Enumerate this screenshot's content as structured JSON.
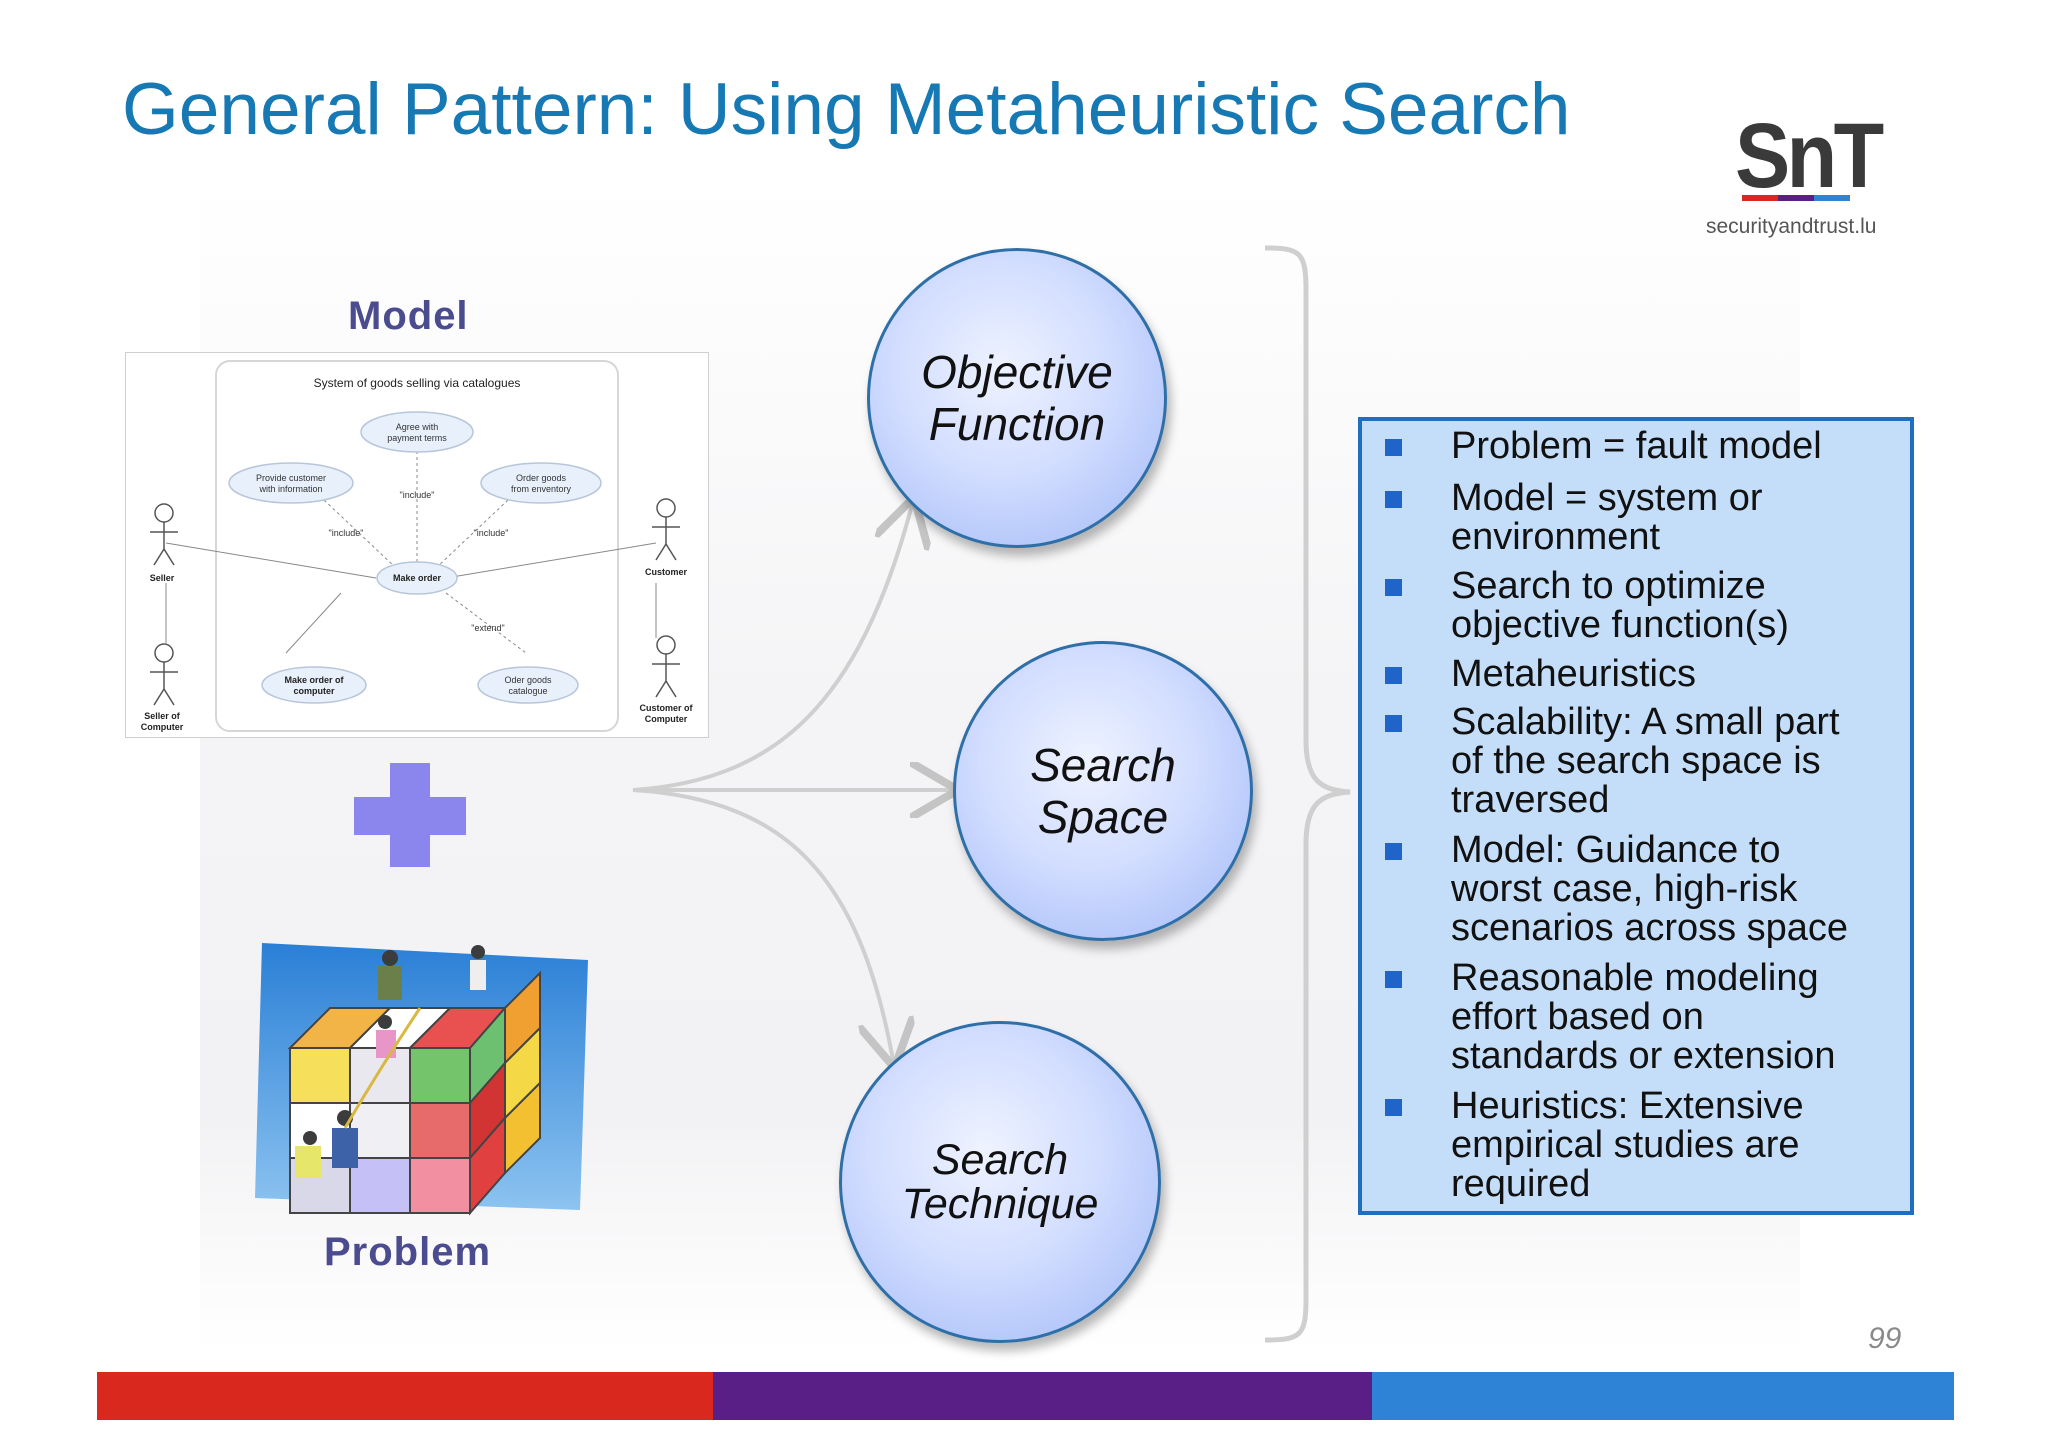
{
  "slide": {
    "title": "General Pattern: Using Metaheuristic Search",
    "page_number": "99"
  },
  "logo": {
    "mark": "SnT",
    "url": "securityandtrust.lu",
    "colors": [
      "#d9281e",
      "#5a1f86",
      "#2f83d6"
    ]
  },
  "left": {
    "model_label": "Model",
    "problem_label": "Problem",
    "plus_color": "#8a86ee",
    "use_case": {
      "title": "System of goods selling via catalogues",
      "use_cases": {
        "agree": [
          "Agree with",
          "payment terms"
        ],
        "provide": [
          "Provide customer",
          "with information"
        ],
        "order_inv": [
          "Order goods",
          "from enventory"
        ],
        "make_order": [
          "Make order"
        ],
        "make_order_comp": [
          "Make order of",
          "computer"
        ],
        "oder_cat": [
          "Oder goods",
          "catalogue"
        ]
      },
      "actors": {
        "seller": [
          "Seller"
        ],
        "customer": [
          "Customer"
        ],
        "seller_comp": [
          "Seller of",
          "Computer"
        ],
        "customer_comp": [
          "Customer of",
          "Computer"
        ]
      },
      "relations": {
        "include": "\"include\"",
        "extend": "\"extend\""
      }
    }
  },
  "circles": {
    "objective": [
      "Objective",
      "Function"
    ],
    "space": [
      "Search",
      "Space"
    ],
    "technique": [
      "Search",
      "Technique"
    ]
  },
  "bullets": {
    "items": [
      [
        "Problem  = fault model"
      ],
      [
        "Model  = system or",
        "environment"
      ],
      [
        "Search to optimize",
        "objective function(s)"
      ],
      [
        "Metaheuristics"
      ],
      [
        "Scalability: A small part",
        "of the search space is",
        "traversed"
      ],
      [
        "Model: Guidance to",
        "worst case, high-risk",
        "scenarios across space"
      ],
      [
        "Reasonable  modeling",
        "effort based on",
        "standards or extension"
      ],
      [
        "Heuristics: Extensive",
        "empirical studies are",
        "required"
      ]
    ]
  },
  "stripe_colors": [
    "#d9281e",
    "#5a1f86",
    "#2f83d6"
  ]
}
